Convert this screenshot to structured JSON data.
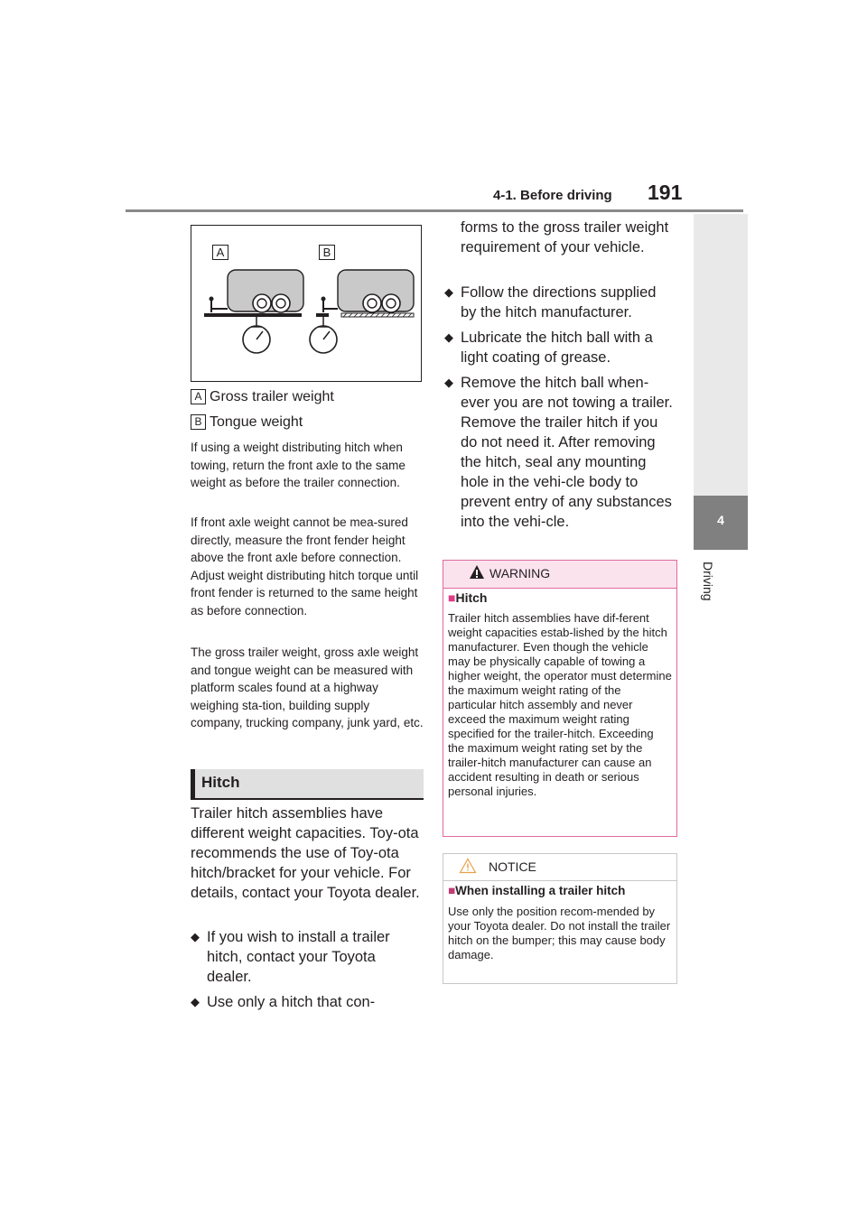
{
  "header": {
    "section": "4-1. Before driving",
    "page_number": "191"
  },
  "side_tab": {
    "chapter_number": "4",
    "chapter_label": "Driving"
  },
  "figure": {
    "tag_a": "A",
    "tag_b": "B"
  },
  "legend": [
    {
      "tag": "A",
      "label": "Gross trailer weight"
    },
    {
      "tag": "B",
      "label": "Tongue weight"
    }
  ],
  "small_paragraphs": [
    "If using a weight distributing hitch when towing, return the front axle to the same weight as before the trailer connection.",
    "If front axle weight cannot be mea-sured directly, measure the front fender height above the front axle before connection. Adjust weight distributing hitch torque until front fender is returned to the same height as before connection.",
    "The gross trailer weight, gross axle weight and tongue weight can be measured with platform scales found at a highway weighing sta-tion, building supply company, trucking company, junk yard, etc."
  ],
  "hitch": {
    "heading": "Hitch",
    "intro": "Trailer hitch assemblies have different weight capacities. Toy-ota recommends the use of Toy-ota hitch/bracket for your vehicle. For details, contact your Toyota dealer.",
    "bullets": [
      "If you wish to install a trailer hitch, contact your Toyota dealer.",
      "Use only a hitch that con-"
    ]
  },
  "right_column": {
    "continuation": "forms to the gross trailer weight requirement of your vehicle.",
    "bullets": [
      "Follow the directions supplied by the hitch manufacturer.",
      "Lubricate the hitch ball with a light coating of grease.",
      "Remove the hitch ball when-ever you are not towing a trailer. Remove the trailer hitch if you do not need it. After removing the hitch, seal any mounting hole in the vehi-cle body to prevent entry of any substances into the vehi-cle."
    ]
  },
  "warning": {
    "title": "WARNING",
    "subheading": "Hitch",
    "body": "Trailer hitch assemblies have dif-ferent weight capacities estab-lished by the hitch manufacturer. Even though the vehicle may be physically capable of towing a higher weight, the operator must determine the maximum weight rating of the particular hitch assembly and never exceed the maximum weight rating specified for the trailer-hitch. Exceeding the maximum weight rating set by the trailer-hitch manufacturer can cause an accident resulting in death or serious personal injuries."
  },
  "notice": {
    "title": "NOTICE",
    "subheading": "When installing a trailer hitch",
    "body": "Use only the position recom-mended by your Toyota dealer. Do not install the trailer hitch on the bumper; this may cause body damage."
  },
  "colors": {
    "warning_border": "#e06a9f",
    "warning_fill": "#fbe3ee",
    "warning_square": "#e23b86",
    "text": "#231f20"
  }
}
